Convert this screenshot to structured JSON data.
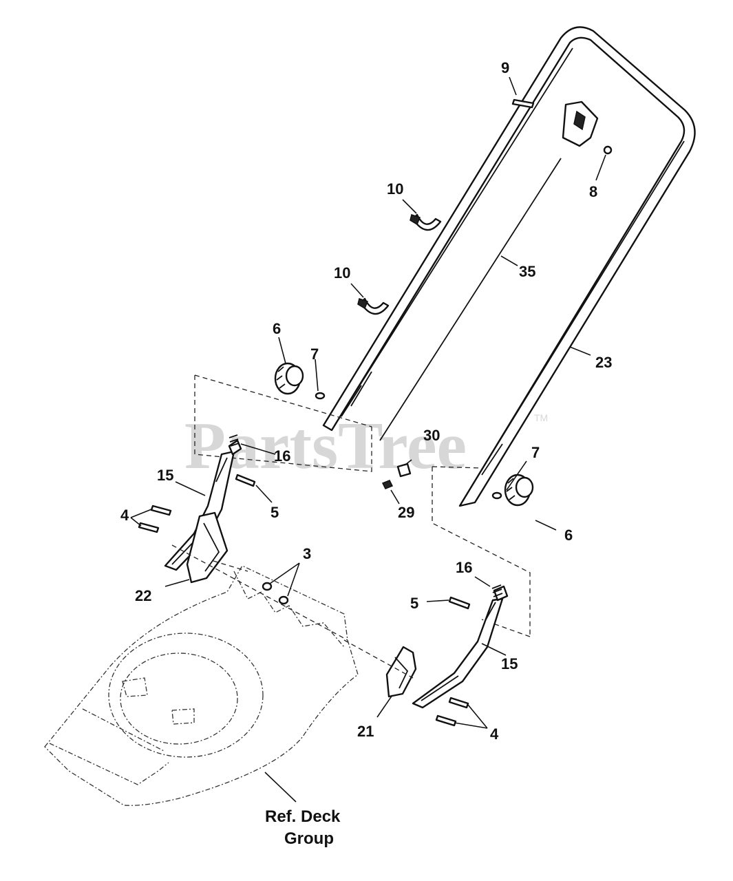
{
  "watermark": {
    "text": "PartsTree",
    "tm": "TM"
  },
  "callouts": {
    "p9": "9",
    "p8": "8",
    "p10a": "10",
    "p10b": "10",
    "p35": "35",
    "p23": "23",
    "p6a": "6",
    "p7a": "7",
    "p16a": "16",
    "p15a": "15",
    "p5a": "5",
    "p4a": "4",
    "p30": "30",
    "p29": "29",
    "p7b": "7",
    "p6b": "6",
    "p3": "3",
    "p22": "22",
    "p16b": "16",
    "p5b": "5",
    "p15b": "15",
    "p21": "21",
    "p4b": "4"
  },
  "caption": {
    "line1": "Ref. Deck",
    "line2": "Group"
  }
}
